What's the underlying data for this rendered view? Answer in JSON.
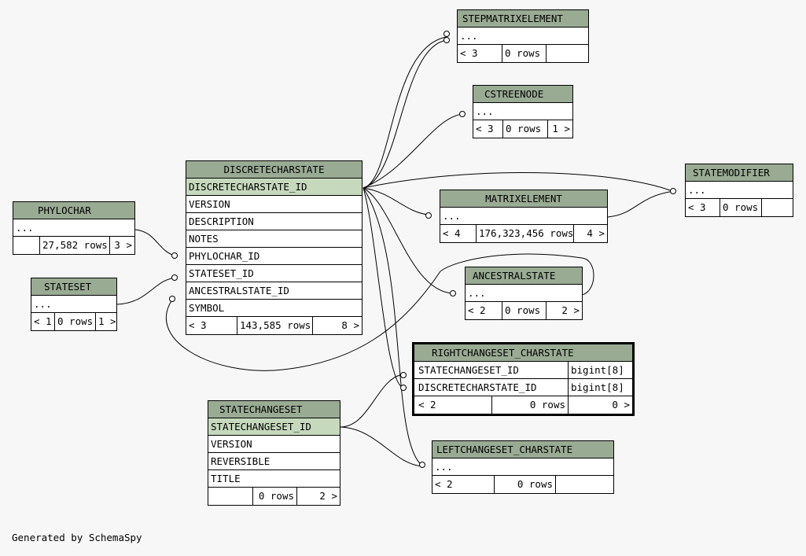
{
  "tables": {
    "stepmatrixelement": {
      "name": "STEPMATRIXELEMENT",
      "rows": [
        "..."
      ],
      "foot": [
        "< 3",
        "0 rows",
        ""
      ]
    },
    "cstreenode": {
      "name": "CSTREENODE",
      "rows": [
        "..."
      ],
      "foot": [
        "< 3",
        "0 rows",
        "1 >"
      ]
    },
    "discretecharstate": {
      "name": "DISCRETECHARSTATE",
      "rows": [
        "DISCRETECHARSTATE_ID",
        "VERSION",
        "DESCRIPTION",
        "NOTES",
        "PHYLOCHAR_ID",
        "STATESET_ID",
        "ANCESTRALSTATE_ID",
        "SYMBOL"
      ],
      "foot": [
        "< 3",
        "143,585 rows",
        "8 >"
      ]
    },
    "phylochar": {
      "name": "PHYLOCHAR",
      "rows": [
        "..."
      ],
      "foot": [
        "",
        "27,582 rows",
        "3 >"
      ]
    },
    "stateset": {
      "name": "STATESET",
      "rows": [
        "..."
      ],
      "foot": [
        "< 1",
        "0 rows",
        "1 >"
      ]
    },
    "statemodifier": {
      "name": "STATEMODIFIER",
      "rows": [
        "..."
      ],
      "foot": [
        "< 3",
        "0 rows",
        ""
      ]
    },
    "matrixelement": {
      "name": "MATRIXELEMENT",
      "rows": [
        "..."
      ],
      "foot": [
        "< 4",
        "176,323,456 rows",
        "4 >"
      ]
    },
    "ancestralstate": {
      "name": "ANCESTRALSTATE",
      "rows": [
        "..."
      ],
      "foot": [
        "< 2",
        "0 rows",
        "2 >"
      ]
    },
    "rightchangeset": {
      "name": "RIGHTCHANGESET_CHARSTATE",
      "rows": [
        {
          "col": "STATECHANGESET_ID",
          "type": "bigint[8]"
        },
        {
          "col": "DISCRETECHARSTATE_ID",
          "type": "bigint[8]"
        }
      ],
      "foot": [
        "< 2",
        "0 rows",
        "0 >"
      ]
    },
    "statechangeset": {
      "name": "STATECHANGESET",
      "rows": [
        "STATECHANGESET_ID",
        "VERSION",
        "REVERSIBLE",
        "TITLE"
      ],
      "foot": [
        "",
        "0 rows",
        "2 >"
      ]
    },
    "leftchangeset": {
      "name": "LEFTCHANGESET_CHARSTATE",
      "rows": [
        "..."
      ],
      "foot": [
        "< 2",
        "0 rows",
        ""
      ]
    }
  },
  "credit": "Generated by SchemaSpy"
}
